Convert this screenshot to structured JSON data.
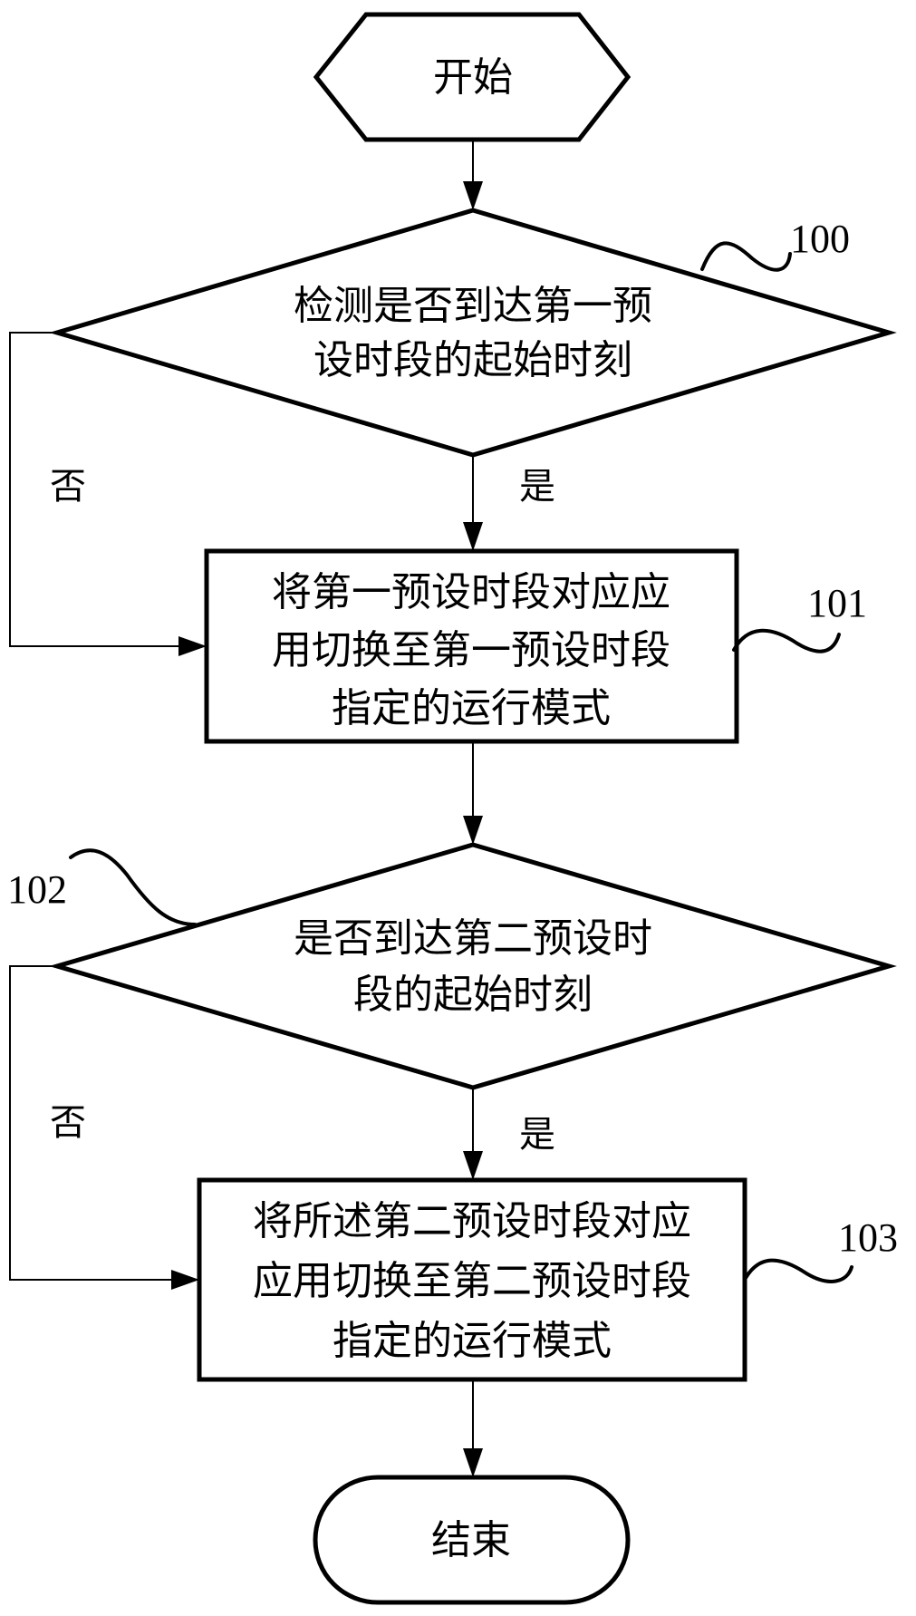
{
  "flowchart": {
    "start": {
      "label": "开始"
    },
    "decision_1": {
      "lines": [
        "检测是否到达第一预",
        "设时段的起始时刻"
      ],
      "ref": "100",
      "yes_label": "是",
      "no_label": "否"
    },
    "process_1": {
      "lines": [
        "将第一预设时段对应应",
        "用切换至第一预设时段",
        "指定的运行模式"
      ],
      "ref": "101"
    },
    "decision_2": {
      "lines": [
        "是否到达第二预设时",
        "段的起始时刻"
      ],
      "ref": "102",
      "yes_label": "是",
      "no_label": "否"
    },
    "process_2": {
      "lines": [
        "将所述第二预设时段对应",
        "应用切换至第二预设时段",
        "指定的运行模式"
      ],
      "ref": "103"
    },
    "end": {
      "label": "结束"
    }
  }
}
